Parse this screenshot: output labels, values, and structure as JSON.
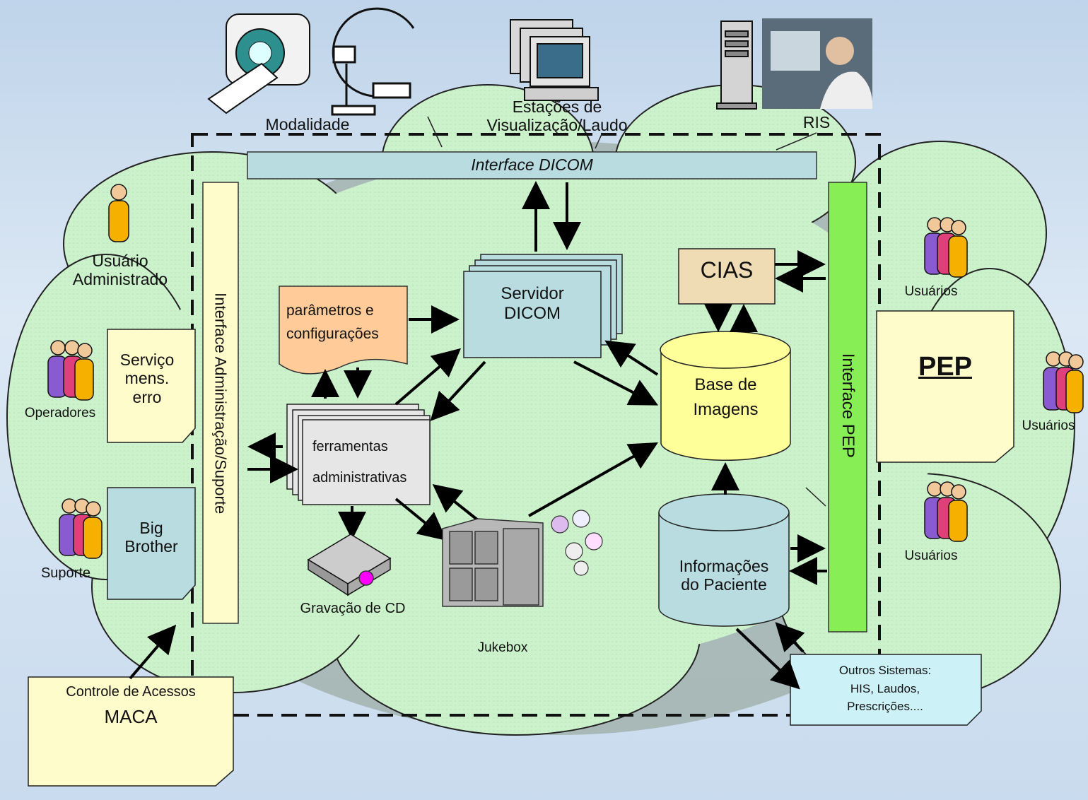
{
  "labels": {
    "modalidade": "Modalidade",
    "estacoes": "Estações de\nVisualização/Laudo",
    "ris": "RIS",
    "interface_dicom": "Interface DICOM",
    "interface_admin": "Interface Administração/Suporte",
    "interface_pep": "Interface PEP",
    "usuario_admin": "Usuário\nAdministrado",
    "operadores": "Operadores",
    "suporte": "Suporte",
    "usuarios_top": "Usuários",
    "usuarios_mid": "Usuários",
    "usuarios_bot": "Usuários",
    "servico": "Serviço\nmens.\nerro",
    "big_brother": "Big\nBrother",
    "parametros": "parâmetros e\nconfigurações",
    "servidor": "Servidor\nDICOM",
    "cias": "CIAS",
    "base": "Base de\nImagens",
    "ferramentas": "ferramentas\nadministrativas",
    "gravacao": "Gravação de CD",
    "jukebox": "Jukebox",
    "informacoes": "Informações\ndo Paciente",
    "pep": "PEP",
    "controle_title": "Controle de Acessos",
    "controle_sub": "MACA",
    "outros": "Outros Sistemas:\nHIS, Laudos,\nPrescrições...."
  },
  "colors": {
    "cloud": "#ccf2cc",
    "interface_dicom": "#b8dce0",
    "interface_admin": "#fffccc",
    "interface_pep": "#88ee55",
    "cias": "#f0dcb4",
    "base": "#ffff99",
    "parametros": "#ffcc99",
    "servidor": "#b8dce0",
    "ferramentas": "#e6e6e6",
    "info_paciente": "#b8dce0",
    "outros": "#ccf2f8",
    "note": "#fffccc",
    "big_brother": "#b8dce0"
  }
}
